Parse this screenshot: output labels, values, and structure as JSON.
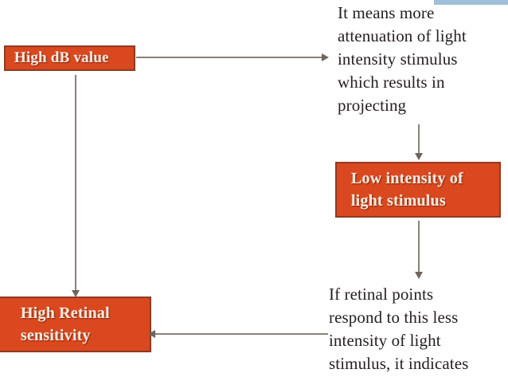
{
  "diagram": {
    "title": "High dB value to High Retinal sensitivity flowchart",
    "accent_color": "#d9481f",
    "accent_border_color": "#8f3a22",
    "node_text_color": "#fbe9de",
    "body_text_color": "#262020",
    "connector_color": "#8a8078",
    "strip_color": "#9fc0d8",
    "background_color": "#ffffff"
  },
  "nodes": {
    "high_db_value": "High dB value",
    "low_intensity": "Low intensity of\nlight stimulus",
    "high_retinal_sensitivity": "High Retinal\nsensitivity"
  },
  "paragraphs": {
    "attenuation": "It means more\nattenuation of light\nintensity stimulus\nwhich results in\nprojecting",
    "retinal_points": "If retinal points\nrespond to this less\nintensity of light\nstimulus, it indicates"
  },
  "connectors": [
    {
      "name": "high-db-value-to-attenuation-text",
      "direction": "right"
    },
    {
      "name": "high-db-value-to-high-retinal-sensitivity",
      "direction": "down"
    },
    {
      "name": "attenuation-text-to-low-intensity",
      "direction": "down"
    },
    {
      "name": "low-intensity-to-retinal-points-text",
      "direction": "down"
    },
    {
      "name": "retinal-points-text-to-high-retinal-sensitivity",
      "direction": "left"
    }
  ]
}
